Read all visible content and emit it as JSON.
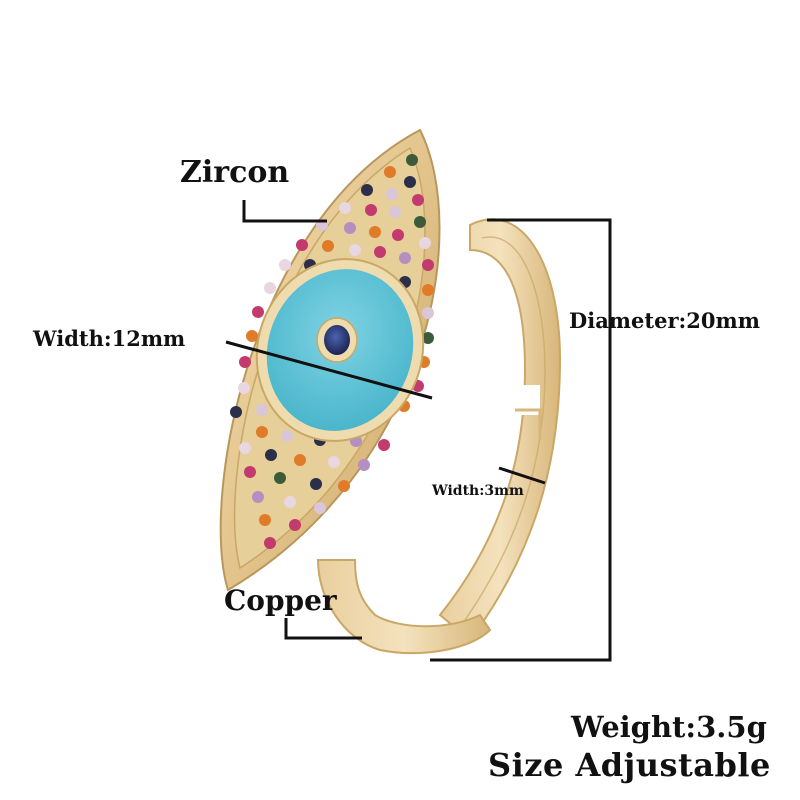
{
  "product": {
    "type": "evil eye ring",
    "colors": {
      "gold": "#e3c48c",
      "gold_dark": "#c9a766",
      "gold_light": "#f3dfb3",
      "enamel_blue": "#5cc4d8",
      "pupil_blue": "#2a3b7a",
      "line": "#111111",
      "background": "#ffffff"
    },
    "stone_colors": [
      "#c23a6e",
      "#e07b2a",
      "#2b2f4a",
      "#d9c6d9",
      "#b48fc2",
      "#3d5a3a",
      "#e8d6e0"
    ]
  },
  "annotations": {
    "zircon": "Zircon",
    "width_face": "Width:12mm",
    "diameter": "Diameter:20mm",
    "width_band": "Width:3mm",
    "copper": "Copper",
    "weight": "Weight:3.5g",
    "size": "Size Adjustable"
  }
}
